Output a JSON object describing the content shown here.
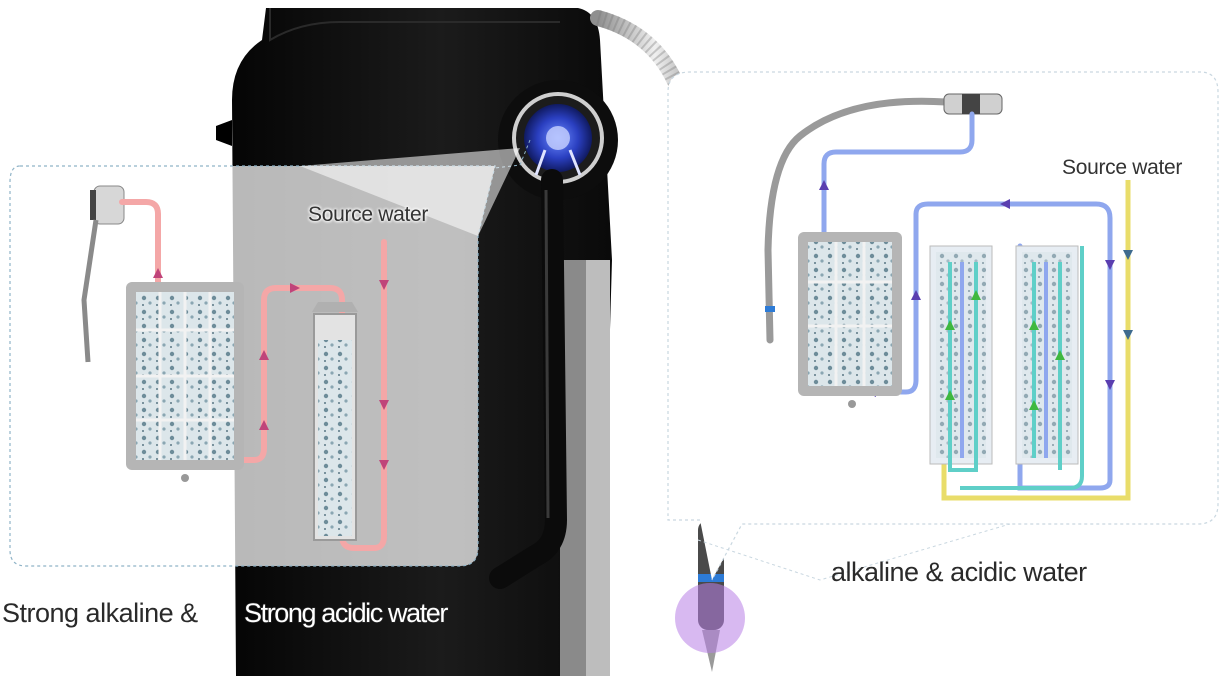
{
  "labels": {
    "source_left": "Source water",
    "source_right": "Source water",
    "caption_right": "alkaline & acidic water",
    "caption_left_a": "Strong  alkaline &",
    "caption_left_b": "Strong acidic water"
  },
  "colors": {
    "acid_flow": "#f4a7a7",
    "acid_arrow": "#c0447a",
    "alkaline_flow": "#8fa7ee",
    "alkaline_arrow": "#5a3fb0",
    "source_flow": "#e9dd6a",
    "teal_flow": "#5fcfc8",
    "green_arrow": "#3fb83f",
    "machine_body": "#111111",
    "highlight": "#b87fe6"
  },
  "icons": [
    "shower-head-icon",
    "faucet-dial-icon"
  ]
}
